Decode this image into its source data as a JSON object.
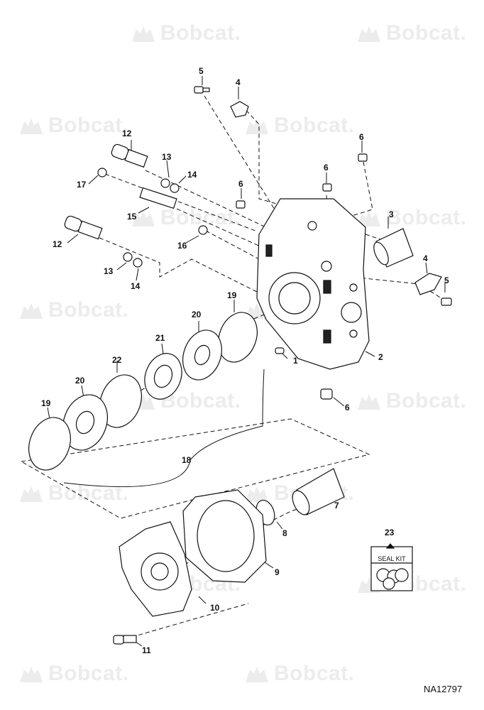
{
  "watermark": {
    "text": "Bobcat."
  },
  "drawing_id": "NA12797",
  "seal_kit_label": "SEAL KIT",
  "callouts": [
    {
      "id": "c5a",
      "text": "5"
    },
    {
      "id": "c4a",
      "text": "4"
    },
    {
      "id": "c12a",
      "text": "12"
    },
    {
      "id": "c6a",
      "text": "6"
    },
    {
      "id": "c6b",
      "text": "6"
    },
    {
      "id": "c13a",
      "text": "13"
    },
    {
      "id": "c14a",
      "text": "14"
    },
    {
      "id": "c17",
      "text": "17"
    },
    {
      "id": "c6c",
      "text": "6"
    },
    {
      "id": "c3",
      "text": "3"
    },
    {
      "id": "c15",
      "text": "15"
    },
    {
      "id": "c16",
      "text": "16"
    },
    {
      "id": "c12b",
      "text": "12"
    },
    {
      "id": "c13b",
      "text": "13"
    },
    {
      "id": "c14b",
      "text": "14"
    },
    {
      "id": "c4b",
      "text": "4"
    },
    {
      "id": "c5b",
      "text": "5"
    },
    {
      "id": "c19a",
      "text": "19"
    },
    {
      "id": "c20a",
      "text": "20"
    },
    {
      "id": "c21",
      "text": "21"
    },
    {
      "id": "c22",
      "text": "22"
    },
    {
      "id": "c1",
      "text": "1"
    },
    {
      "id": "c2",
      "text": "2"
    },
    {
      "id": "c20b",
      "text": "20"
    },
    {
      "id": "c19b",
      "text": "19"
    },
    {
      "id": "c6d",
      "text": "6"
    },
    {
      "id": "c18",
      "text": "18"
    },
    {
      "id": "c7",
      "text": "7"
    },
    {
      "id": "c23",
      "text": "23"
    },
    {
      "id": "c8",
      "text": "8"
    },
    {
      "id": "c9",
      "text": "9"
    },
    {
      "id": "c10",
      "text": "10"
    },
    {
      "id": "c11",
      "text": "11"
    }
  ]
}
